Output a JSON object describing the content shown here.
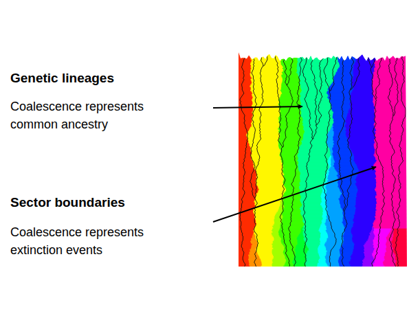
{
  "diagram": {
    "labels": [
      "Genetic lineages",
      "Coalescence represents common ancestry",
      "Sector boundaries",
      "Coalescence represents extinction events"
    ]
  }
}
